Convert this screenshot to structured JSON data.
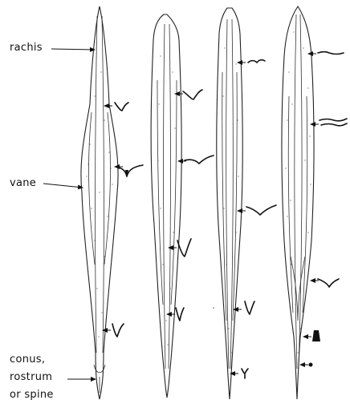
{
  "labels": {
    "rachis": "rachis",
    "vane": "vane",
    "conus_line1": "conus,",
    "conus_line2": "rostrum",
    "conus_line3": "or spine"
  }
}
